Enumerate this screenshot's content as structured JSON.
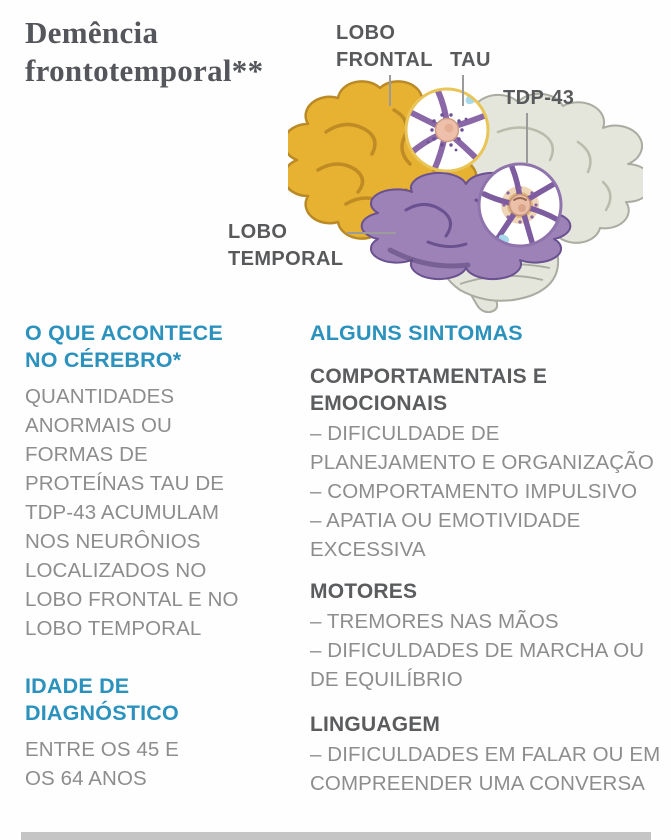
{
  "page": {
    "title": "Demência\nfrontotemporal**"
  },
  "diagram": {
    "labels": {
      "lobo_frontal": "LOBO\nFRONTAL",
      "tau": "TAU",
      "tdp43": "TDP-43",
      "lobo_temporal": "LOBO\nTEMPORAL"
    },
    "colors": {
      "frontal_lobe_yellow": "#e7b232",
      "temporal_lobe_purple": "#9d82b8",
      "brain_rest_gray": "#e4e5db",
      "tau_ring_gold": "#e9c558",
      "tdp_ring_purple": "#8f73ac",
      "neuron_dendrite_purple": "#8a68a8",
      "neuron_soma_pink": "#eec0ac",
      "tdp_halo_orange": "#d9a460",
      "inclusion_spot_cyan": "#a8d9ea",
      "leader_line_gray": "#9b9b9b"
    }
  },
  "left_column": {
    "what_happens": {
      "heading": "O QUE ACONTECE\nNO CÉREBRO*",
      "body": "QUANTIDADES\nANORMAIS OU\nFORMAS DE\nPROTEÍNAS TAU DE\nTDP-43 ACUMULAM\nNOS NEURÔNIOS\nLOCALIZADOS NO\nLOBO FRONTAL E NO\nLOBO TEMPORAL"
    },
    "diagnosis_age": {
      "heading": "IDADE DE\nDIAGNÓSTICO",
      "body": "ENTRE OS 45 E\nOS 64 ANOS"
    }
  },
  "right_column": {
    "heading": "ALGUNS SINTOMAS",
    "groups": [
      {
        "title": "COMPORTAMENTAIS E\nEMOCIONAIS",
        "items": "– DIFICULDADE DE\nPLANEJAMENTO E ORGANIZAÇÃO\n– COMPORTAMENTO IMPULSIVO\n– APATIA OU EMOTIVIDADE\nEXCESSIVA"
      },
      {
        "title": "MOTORES",
        "items": "– TREMORES NAS MÃOS\n– DIFICULDADES DE MARCHA OU\nDE EQUILÍBRIO"
      },
      {
        "title": "LINGUAGEM",
        "items": "– DIFICULDADES EM FALAR OU EM\nCOMPREENDER UMA CONVERSA"
      }
    ]
  },
  "text_colors": {
    "accent_blue": "#2b91bd",
    "body_gray": "#8d8d8d",
    "dark_gray": "#5b5c5e",
    "title_gray": "#54565b",
    "divider_gray": "#c5c5c6"
  }
}
